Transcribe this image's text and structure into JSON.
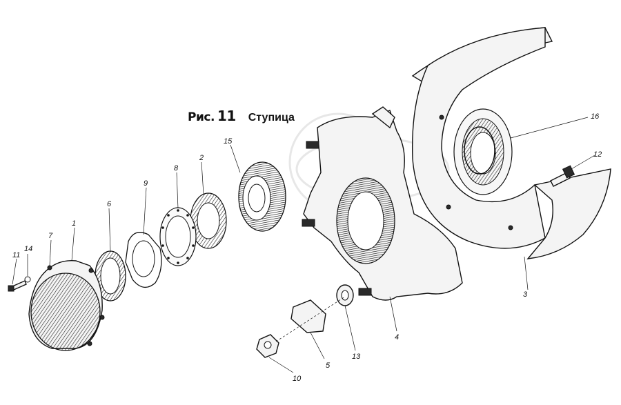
{
  "title": {
    "prefix": "Рис.",
    "number": "11",
    "name": "Ступица"
  },
  "parts": [
    {
      "id": "p11",
      "label": "11"
    },
    {
      "id": "p14",
      "label": "14"
    },
    {
      "id": "p7",
      "label": "7"
    },
    {
      "id": "p1",
      "label": "1"
    },
    {
      "id": "p6",
      "label": "6"
    },
    {
      "id": "p9",
      "label": "9"
    },
    {
      "id": "p8",
      "label": "8"
    },
    {
      "id": "p2",
      "label": "2"
    },
    {
      "id": "p15",
      "label": "15"
    },
    {
      "id": "p16",
      "label": "16"
    },
    {
      "id": "p12",
      "label": "12"
    },
    {
      "id": "p3",
      "label": "3"
    },
    {
      "id": "p4",
      "label": "4"
    },
    {
      "id": "p13",
      "label": "13"
    },
    {
      "id": "p5",
      "label": "5"
    },
    {
      "id": "p10",
      "label": "10"
    }
  ]
}
